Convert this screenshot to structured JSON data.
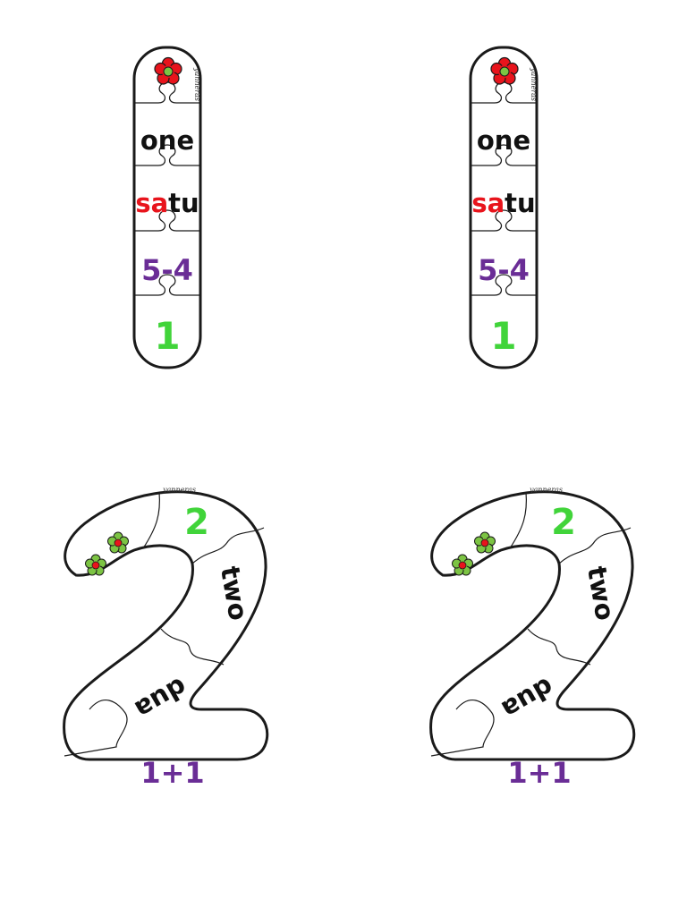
{
  "colors": {
    "outline": "#1a1a1a",
    "flower_red": "#e8141c",
    "flower_green": "#7cc443",
    "red_text": "#e8141c",
    "purple": "#6a2d96",
    "green": "#41d43a"
  },
  "puzzle_one": {
    "signature": "yanneras",
    "icon": "red-flower-icon",
    "word_english": "one",
    "word_malay_highlight": "sa",
    "word_malay_rest": "tu",
    "subtraction": "5-4",
    "digit": "1"
  },
  "puzzle_two": {
    "signature": "yanneras",
    "icon": "green-flower-icon",
    "flower_count": 2,
    "digit": "2",
    "word_english": "two",
    "word_malay": "dua",
    "addition": "1+1"
  }
}
